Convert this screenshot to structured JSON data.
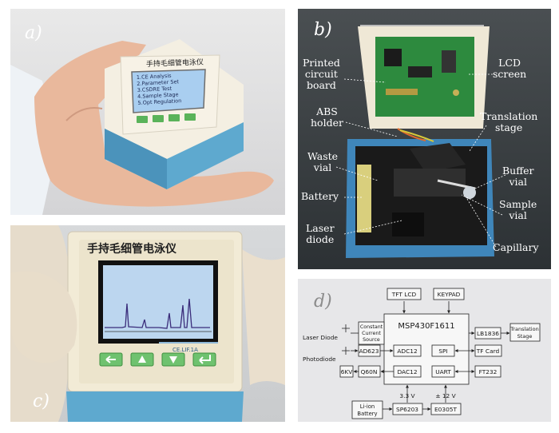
{
  "panels": {
    "a": {
      "label": "a)"
    },
    "b": {
      "label": "b)"
    },
    "c": {
      "label": "c)"
    },
    "d": {
      "label": "d)"
    }
  },
  "device": {
    "title_chinese": "手持毛细管电泳仪",
    "menu_lines": [
      "1.CE Analysis",
      "2.Parameter Set",
      "3.CSDRE Test",
      "4.Sample Stage",
      "5.Opt Regulation"
    ],
    "brand": "CE.LIF.1A"
  },
  "photo_labels": {
    "pcb": [
      "Printed",
      "circuit",
      "board"
    ],
    "lcd": [
      "LCD",
      "screen"
    ],
    "abs": [
      "ABS",
      "holder"
    ],
    "translation": [
      "Translation",
      "stage"
    ],
    "waste": [
      "Waste",
      "vial"
    ],
    "buffer": [
      "Buffer",
      "vial"
    ],
    "battery": [
      "Battery"
    ],
    "sample": [
      "Sample",
      "vial"
    ],
    "laser": [
      "Laser",
      "diode"
    ],
    "capillary": [
      "Capillary"
    ]
  },
  "block_diagram": {
    "mcu": "MSP430F1611",
    "tft": "TFT LCD",
    "keypad": "KEYPAD",
    "ccs": [
      "Constant",
      "Current",
      "Source"
    ],
    "lb": "LB1836",
    "translation": [
      "Translation",
      "Stage"
    ],
    "laser_diode": "Laser Diode",
    "photodiode": "Photodiode",
    "ad623": "AD623",
    "adc12": "ADC12",
    "spi": "SPI",
    "tfcard": "TF Card",
    "kv": "6KV",
    "q60n": "Q60N",
    "dac12": "DAC12",
    "uart": "UART",
    "ft232": "FT232",
    "v33": "3.3 V",
    "v12": "± 12 V",
    "battery": [
      "Li-ion",
      "Battery"
    ],
    "sp6203": "SP6203",
    "e0305t": "E0305T"
  }
}
